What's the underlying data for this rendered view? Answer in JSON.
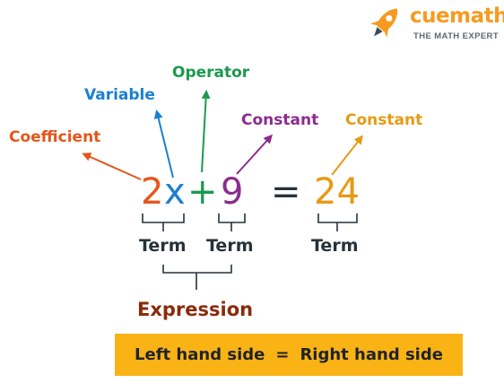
{
  "brand": {
    "name": "cuemath",
    "tagline": "THE MATH EXPERT",
    "color": "#f79a1f"
  },
  "labels": {
    "coefficient": "Coefficient",
    "variable": "Variable",
    "operator": "Operator",
    "constant_lhs": "Constant",
    "constant_rhs": "Constant"
  },
  "equation": {
    "coefficient": "2",
    "variable": "x",
    "operator": "+",
    "constant_lhs": "9",
    "equals": "=",
    "constant_rhs": "24"
  },
  "terms": {
    "term1": "Term",
    "term2": "Term",
    "term3": "Term"
  },
  "expression": "Expression",
  "sides": {
    "left": "Left hand side",
    "equals": "=",
    "right": "Right hand side"
  },
  "colors": {
    "coefficient": "#e4571b",
    "variable": "#1a7fd0",
    "operator": "#1b9a4f",
    "constant_lhs": "#8b2c8d",
    "constant_rhs": "#e79a14",
    "term": "#26323a",
    "expression": "#8a2a0b",
    "bar": "#f9b315"
  }
}
